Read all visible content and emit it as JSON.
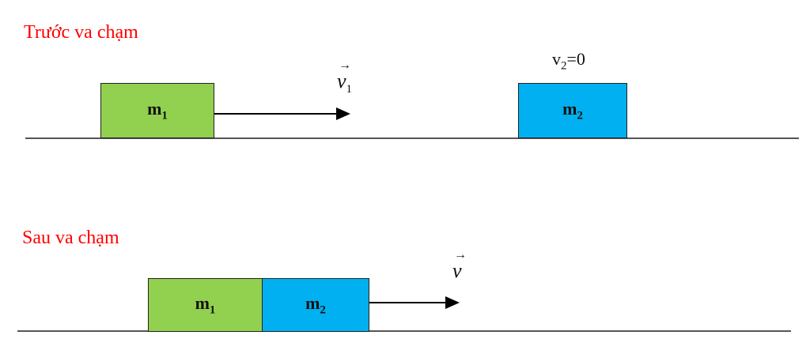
{
  "before": {
    "title": "Trước va chạm",
    "block1": {
      "label": "m",
      "sub": "1"
    },
    "block2": {
      "label": "m",
      "sub": "2"
    },
    "velocity1": {
      "symbol": "v",
      "sub": "1"
    },
    "velocity2": {
      "text_before": "v",
      "sub": "2",
      "text_after": "=0"
    }
  },
  "after": {
    "title": "Sau va chạm",
    "block1": {
      "label": "m",
      "sub": "1"
    },
    "block2": {
      "label": "m",
      "sub": "2"
    },
    "velocity": {
      "symbol": "v"
    }
  },
  "colors": {
    "title": "#ff0000",
    "block1": "#92d050",
    "block2": "#00b0f0"
  },
  "icons": {
    "vector_arrow": "→"
  }
}
